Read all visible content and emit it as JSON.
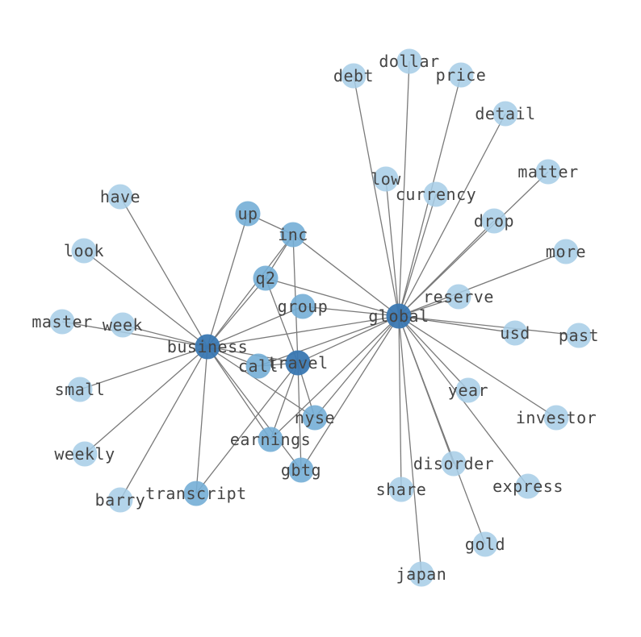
{
  "graph": {
    "colors": {
      "edge": "#7a7a7a",
      "node_light": "#a6cde6",
      "node_medium": "#74aed6",
      "node_dark": "#3a78b2",
      "label": "#444444"
    },
    "nodes": [
      {
        "id": "global",
        "label": "global",
        "level": "dark"
      },
      {
        "id": "business",
        "label": "business",
        "level": "dark"
      },
      {
        "id": "travel",
        "label": "travel",
        "level": "dark"
      },
      {
        "id": "inc",
        "label": "inc",
        "level": "medium"
      },
      {
        "id": "q2",
        "label": "q2",
        "level": "medium"
      },
      {
        "id": "call",
        "label": "call",
        "level": "medium"
      },
      {
        "id": "earnings",
        "label": "earnings",
        "level": "medium"
      },
      {
        "id": "nyse",
        "label": "nyse",
        "level": "medium"
      },
      {
        "id": "gbtg",
        "label": "gbtg",
        "level": "medium"
      },
      {
        "id": "group",
        "label": "group",
        "level": "medium"
      },
      {
        "id": "transcript",
        "label": "transcript",
        "level": "medium"
      },
      {
        "id": "up",
        "label": "up",
        "level": "medium"
      },
      {
        "id": "debt",
        "label": "debt",
        "level": "light"
      },
      {
        "id": "dollar",
        "label": "dollar",
        "level": "light"
      },
      {
        "id": "price",
        "label": "price",
        "level": "light"
      },
      {
        "id": "detail",
        "label": "detail",
        "level": "light"
      },
      {
        "id": "matter",
        "label": "matter",
        "level": "light"
      },
      {
        "id": "low",
        "label": "low",
        "level": "light"
      },
      {
        "id": "currency",
        "label": "currency",
        "level": "light"
      },
      {
        "id": "drop",
        "label": "drop",
        "level": "light"
      },
      {
        "id": "more",
        "label": "more",
        "level": "light"
      },
      {
        "id": "reserve",
        "label": "reserve",
        "level": "light"
      },
      {
        "id": "usd",
        "label": "usd",
        "level": "light"
      },
      {
        "id": "past",
        "label": "past",
        "level": "light"
      },
      {
        "id": "year",
        "label": "year",
        "level": "light"
      },
      {
        "id": "investor",
        "label": "investor",
        "level": "light"
      },
      {
        "id": "disorder",
        "label": "disorder",
        "level": "light"
      },
      {
        "id": "express",
        "label": "express",
        "level": "light"
      },
      {
        "id": "share",
        "label": "share",
        "level": "light"
      },
      {
        "id": "gold",
        "label": "gold",
        "level": "light"
      },
      {
        "id": "japan",
        "label": "japan",
        "level": "light"
      },
      {
        "id": "have",
        "label": "have",
        "level": "light"
      },
      {
        "id": "look",
        "label": "look",
        "level": "light"
      },
      {
        "id": "master",
        "label": "master",
        "level": "light"
      },
      {
        "id": "week",
        "label": "week",
        "level": "light"
      },
      {
        "id": "small",
        "label": "small",
        "level": "light"
      },
      {
        "id": "weekly",
        "label": "weekly",
        "level": "light"
      },
      {
        "id": "barry",
        "label": "barry",
        "level": "light"
      }
    ],
    "edges": [
      [
        "global",
        "debt"
      ],
      [
        "global",
        "dollar"
      ],
      [
        "global",
        "price"
      ],
      [
        "global",
        "detail"
      ],
      [
        "global",
        "matter"
      ],
      [
        "global",
        "low"
      ],
      [
        "global",
        "currency"
      ],
      [
        "global",
        "drop"
      ],
      [
        "global",
        "more"
      ],
      [
        "global",
        "reserve"
      ],
      [
        "global",
        "usd"
      ],
      [
        "global",
        "past"
      ],
      [
        "global",
        "year"
      ],
      [
        "global",
        "investor"
      ],
      [
        "global",
        "disorder"
      ],
      [
        "global",
        "express"
      ],
      [
        "global",
        "share"
      ],
      [
        "global",
        "gold"
      ],
      [
        "global",
        "japan"
      ],
      [
        "global",
        "inc"
      ],
      [
        "global",
        "q2"
      ],
      [
        "global",
        "group"
      ],
      [
        "global",
        "business"
      ],
      [
        "global",
        "travel"
      ],
      [
        "global",
        "nyse"
      ],
      [
        "global",
        "earnings"
      ],
      [
        "global",
        "gbtg"
      ],
      [
        "global",
        "call"
      ],
      [
        "business",
        "have"
      ],
      [
        "business",
        "look"
      ],
      [
        "business",
        "master"
      ],
      [
        "business",
        "week"
      ],
      [
        "business",
        "small"
      ],
      [
        "business",
        "weekly"
      ],
      [
        "business",
        "barry"
      ],
      [
        "business",
        "transcript"
      ],
      [
        "business",
        "up"
      ],
      [
        "business",
        "inc"
      ],
      [
        "business",
        "q2"
      ],
      [
        "business",
        "group"
      ],
      [
        "business",
        "travel"
      ],
      [
        "business",
        "call"
      ],
      [
        "business",
        "nyse"
      ],
      [
        "business",
        "gbtg"
      ],
      [
        "business",
        "earnings"
      ],
      [
        "travel",
        "inc"
      ],
      [
        "travel",
        "q2"
      ],
      [
        "travel",
        "transcript"
      ],
      [
        "travel",
        "earnings"
      ],
      [
        "travel",
        "nyse"
      ],
      [
        "travel",
        "gbtg"
      ],
      [
        "travel",
        "call"
      ],
      [
        "up",
        "inc"
      ],
      [
        "inc",
        "q2"
      ]
    ]
  }
}
